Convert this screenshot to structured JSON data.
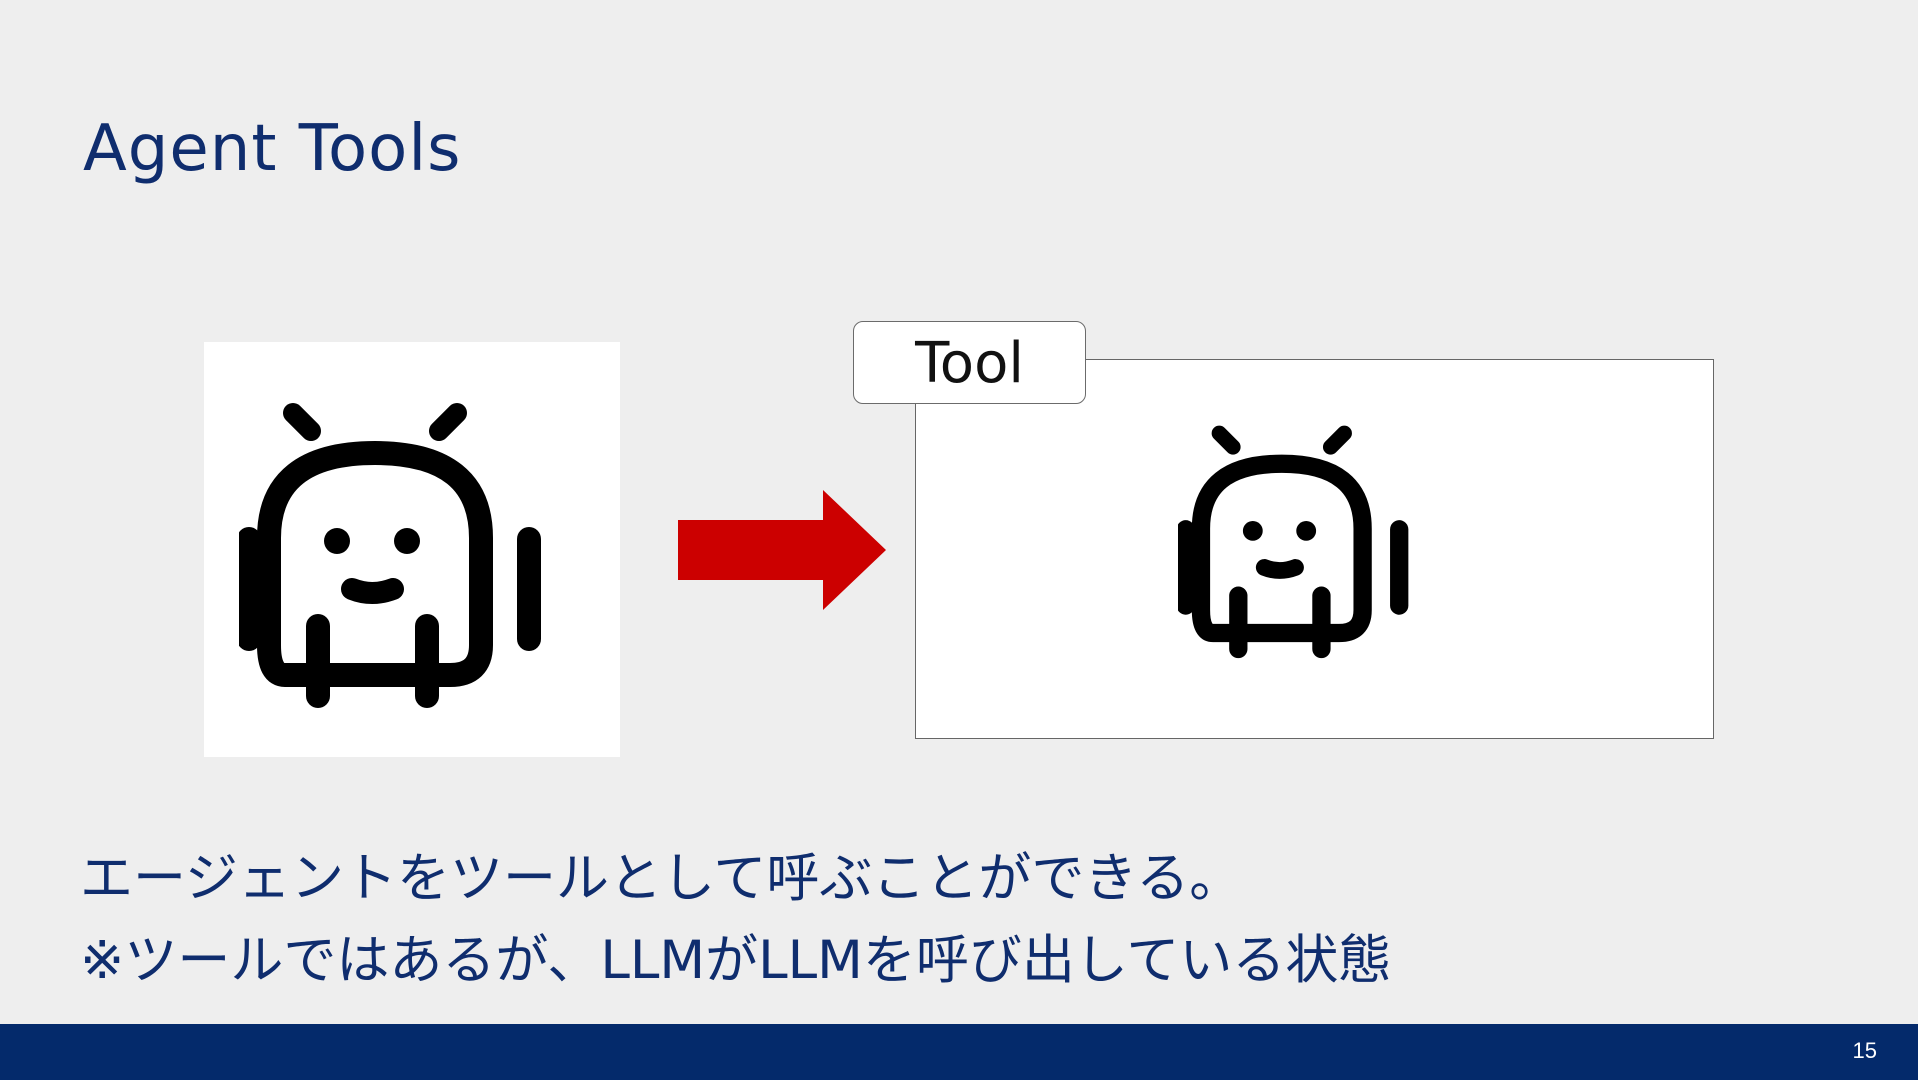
{
  "slide": {
    "title": "Agent Tools",
    "tool_label": "Tool",
    "body_lines": [
      "エージェントをツールとして呼ぶことができる。",
      "※ツールではあるが、LLMがLLMを呼び出している状態"
    ],
    "page_number": "15"
  },
  "icons": {
    "left": "robot-icon",
    "arrow": "arrow-right-icon",
    "inside_tool": "robot-icon"
  },
  "colors": {
    "title_text": "#0f2d6e",
    "footer": "#042a6b",
    "arrow": "#cc0000",
    "background": "#eeeeee"
  }
}
